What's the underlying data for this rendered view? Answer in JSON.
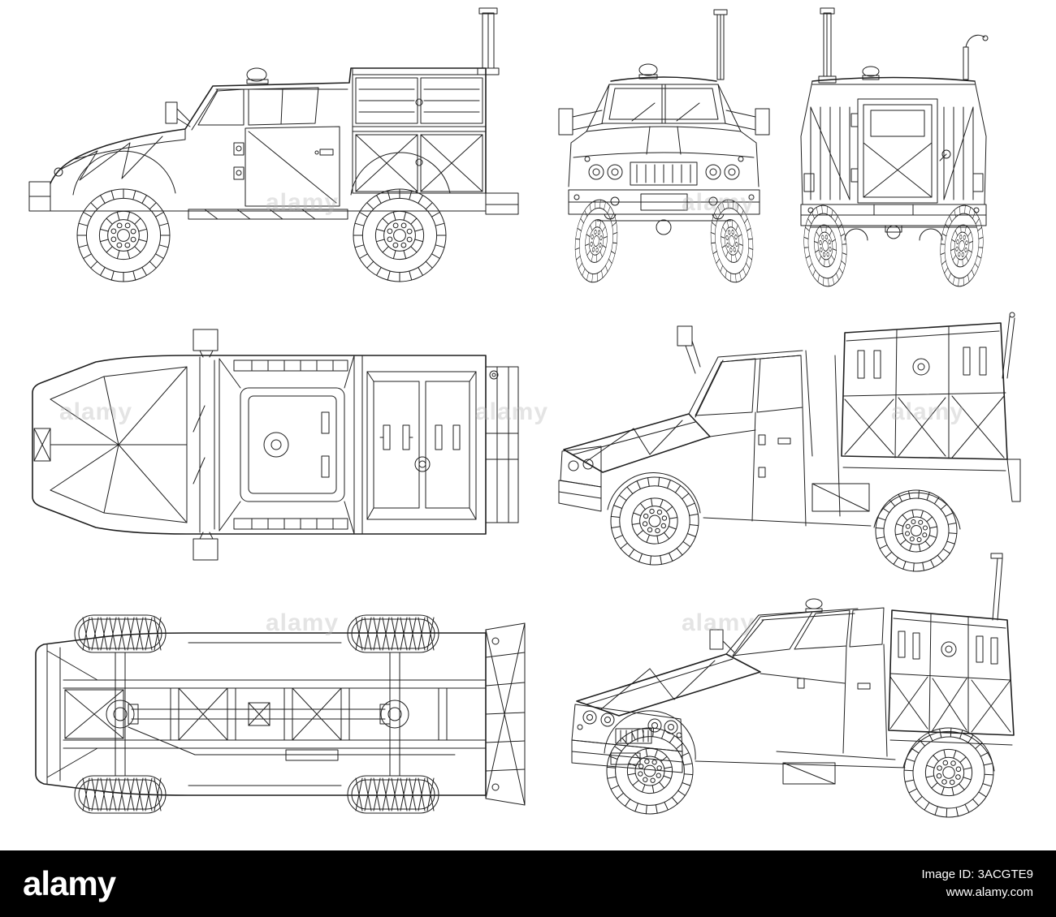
{
  "image": {
    "brand": "alamy",
    "watermark_text": "alamy",
    "id_text": "Image ID: 3ACGTE9",
    "website": "www.alamy.com"
  },
  "colors": {
    "line": "#1f1f1f",
    "background": "#ffffff",
    "footer_background": "#000000",
    "footer_text": "#ffffff",
    "watermark": "#b9b9b9"
  }
}
